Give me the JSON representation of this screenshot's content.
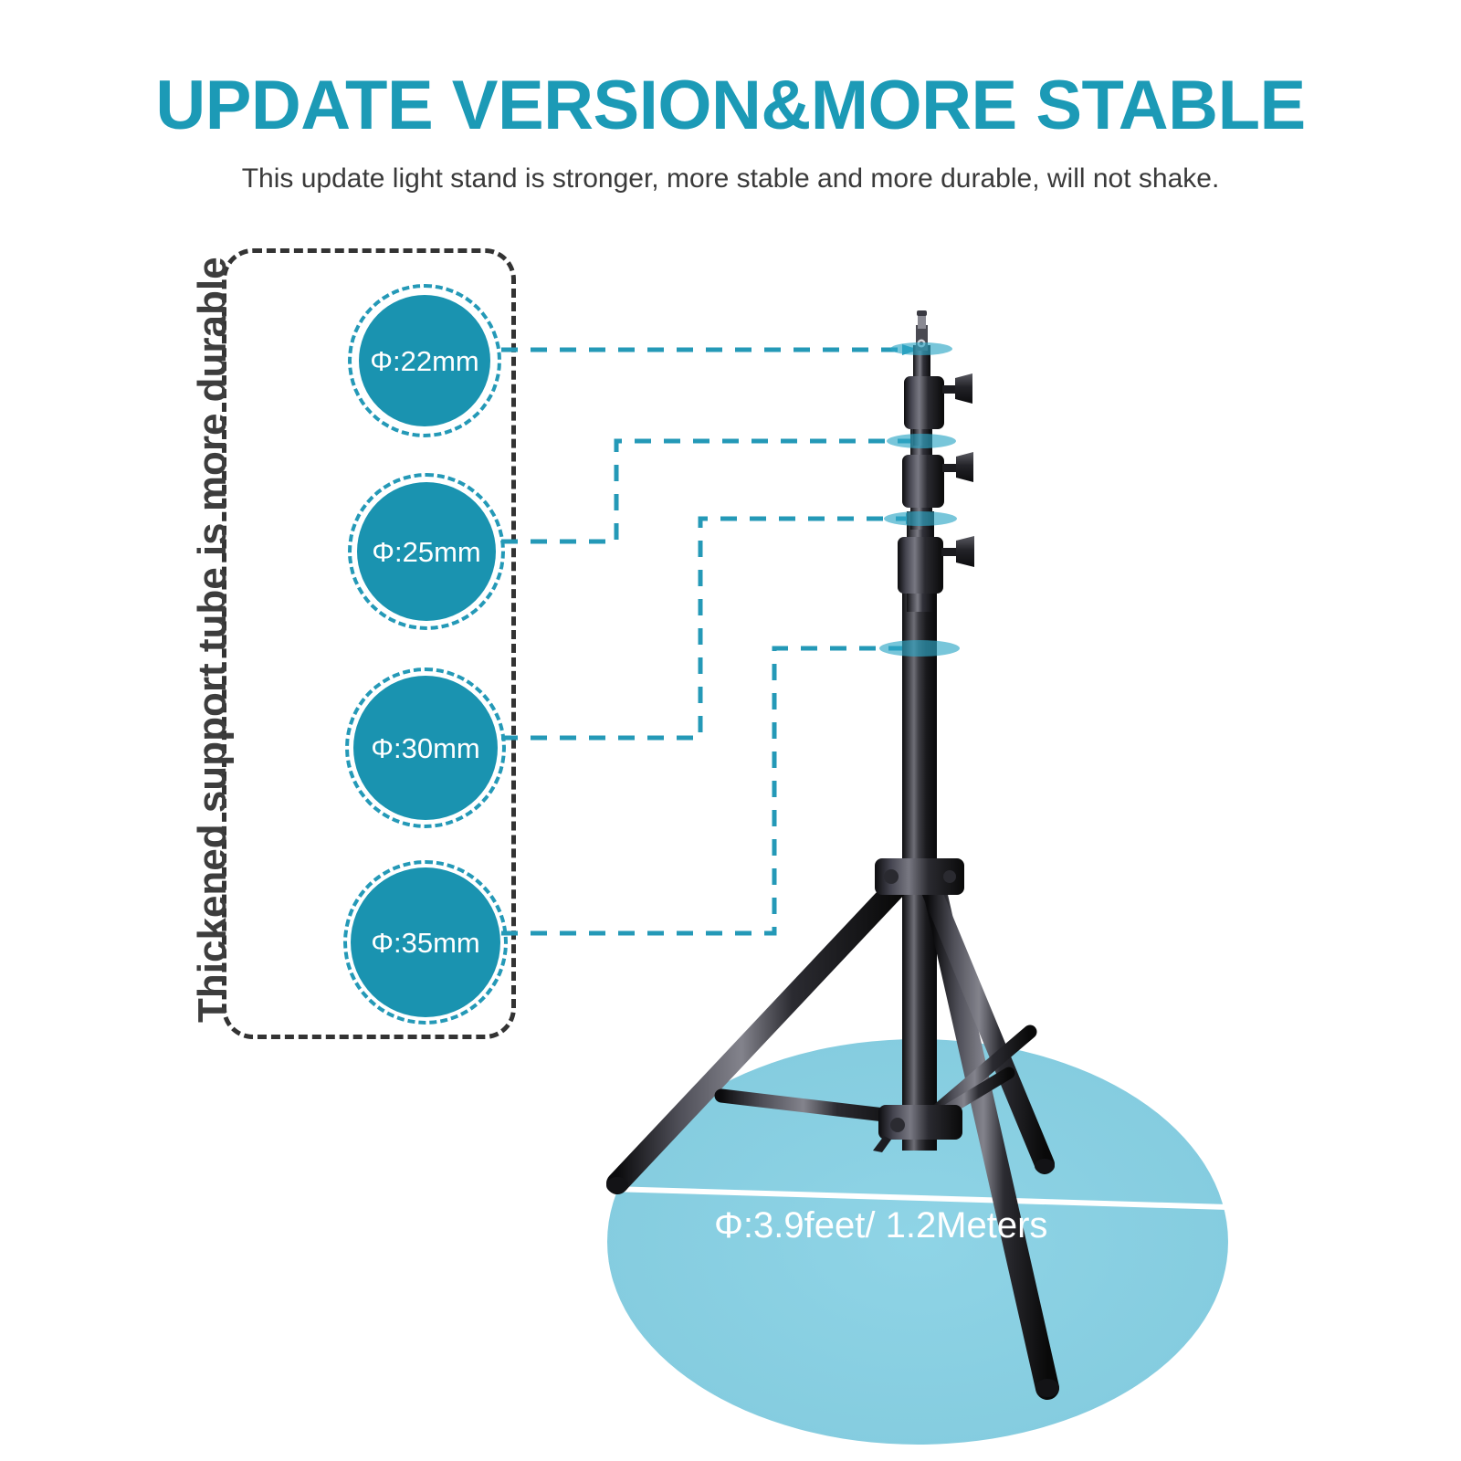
{
  "header": {
    "title": "UPDATE VERSION&MORE STABLE",
    "subtitle": "This update light stand is stronger, more stable and more durable, will not shake."
  },
  "spec_panel": {
    "vertical_label": "Thickened support tube is more durable",
    "tubes": [
      {
        "label": "Φ:22mm",
        "diameter_mm": 22
      },
      {
        "label": "Φ:25mm",
        "diameter_mm": 25
      },
      {
        "label": "Φ:30mm",
        "diameter_mm": 30
      },
      {
        "label": "Φ:35mm",
        "diameter_mm": 35
      }
    ]
  },
  "product": {
    "base_spread_label": "Φ:3.9feet/ 1.2Meters"
  },
  "colors": {
    "title_teal": "#1c9ab6",
    "circle_teal": "#1a93b0",
    "dash_teal": "#2499b7",
    "base_ellipse_blue": "#88cfe2",
    "dash_dark": "#333333",
    "text_dark": "#3a3a3a",
    "stand_black": "#1c1c1e"
  }
}
